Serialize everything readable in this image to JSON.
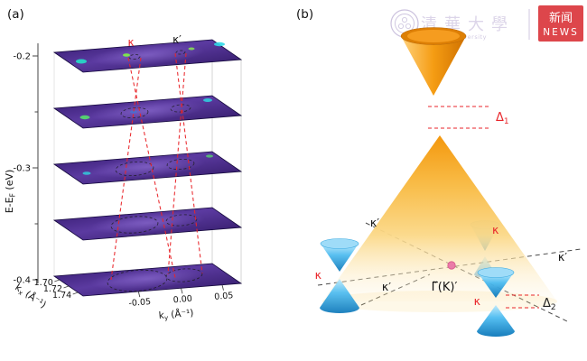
{
  "panel_a": {
    "label": "(a)",
    "energy_axis": {
      "label_pre": "E-E",
      "label_sub": "F",
      "label_post": " (eV)",
      "ticks": [
        "-0.2",
        "-0.3",
        "-0.4"
      ]
    },
    "kx_axis": {
      "label_pre": "k",
      "label_sub": "x",
      "label_post": " (Å⁻¹)",
      "ticks": [
        "1.70",
        "1.72",
        "1.74"
      ]
    },
    "ky_axis": {
      "label_pre": "k",
      "label_sub": "y",
      "label_post": " (Å⁻¹)",
      "ticks": [
        "-0.05",
        "0.00",
        "0.05"
      ]
    },
    "kappa": "κ",
    "kappa_prime": "κ′"
  },
  "panel_b": {
    "label": "(b)",
    "delta1_symbol": "Δ",
    "delta1_sub": "1",
    "delta2_symbol": "Δ",
    "delta2_sub": "2",
    "gamma_point": "Γ̃(K)′",
    "kappa": "κ",
    "kappa_prime": "κ′"
  },
  "watermark": {
    "university_zh": "清華大學",
    "university_en": "Tsinghua University",
    "news_zh": "新闻",
    "news_en": "NEWS"
  },
  "colors": {
    "slice_purple": "#4a2d8a",
    "cone_orange": "#f59e0b",
    "cone_blue": "#36aee9",
    "accent_red": "#e9262b",
    "news_badge_red": "#d8262c"
  },
  "chart_data": {
    "type": "heatmap",
    "subtype": "3d-constant-energy-slice-stack",
    "title": "",
    "zlabel": "E-E_F (eV)",
    "xlabel": "k_y (Å⁻¹)",
    "ylabel": "k_x (Å⁻¹)",
    "slice_energies_eV": [
      -0.2,
      -0.25,
      -0.3,
      -0.35,
      -0.4
    ],
    "energy_ticks": [
      -0.2,
      -0.3,
      -0.4
    ],
    "kx_range": [
      1.7,
      1.74
    ],
    "kx_ticks": [
      1.7,
      1.72,
      1.74
    ],
    "ky_range": [
      -0.05,
      0.05
    ],
    "ky_ticks": [
      -0.05,
      0.0,
      0.05
    ],
    "legend": "off",
    "annotations": [
      "κ",
      "κ′",
      "Δ1",
      "Δ2",
      "Γ̃(K)′"
    ],
    "features": "Two Dirac-cone pockets (κ and κ′); dashed contours on each constant-energy slice grow with binding energy; red dashed lines trace the cone dispersion across the five slices; panel (b) schematic shows gapped Dirac cones with gaps Δ1 (orange cones) and Δ2 (blue cones) around Γ̃(K)′"
  }
}
